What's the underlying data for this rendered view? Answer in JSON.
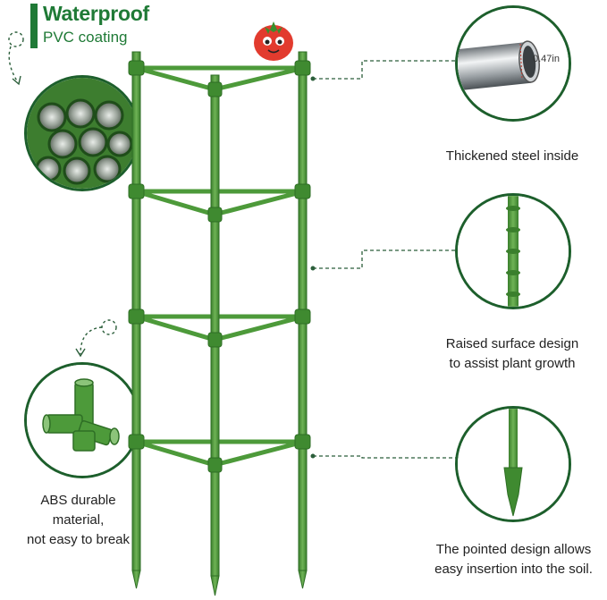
{
  "header": {
    "title": "Waterproof",
    "subtitle": "PVC coating"
  },
  "features": [
    {
      "caption": "Thickened steel inside",
      "dimension_label": "0.47in",
      "icon": "steel-tube-icon"
    },
    {
      "caption_line1": "Raised surface design",
      "caption_line2": "to assist plant growth",
      "icon": "raised-stake-icon"
    },
    {
      "caption_line1": "The pointed design allows",
      "caption_line2": "easy insertion into the soil.",
      "icon": "pointed-stake-icon"
    }
  ],
  "left_callouts": {
    "pipes_icon": "pvc-pipes-icon",
    "connector": {
      "caption_line1": "ABS durable",
      "caption_line2": "material,",
      "caption_line3": "not easy to break",
      "icon": "abs-connector-icon"
    }
  },
  "colors": {
    "brand_green": "#1f7a36",
    "stake_green": "#4d9a3a",
    "circle_border": "#1d5f2c",
    "dashed_line": "#2b5e3a"
  }
}
